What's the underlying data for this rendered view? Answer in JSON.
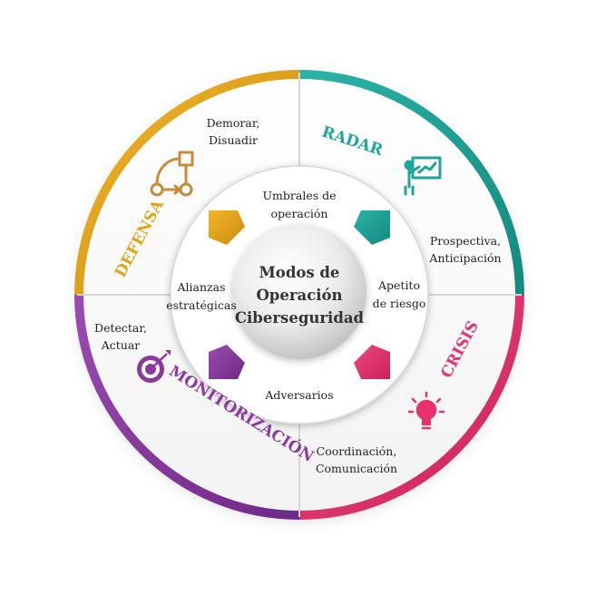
{
  "center": {
    "line1": "Modos de",
    "line2": "Operación",
    "line3": "Ciberseguridad"
  },
  "modes": {
    "radar": {
      "title": "RADAR",
      "line1": "Prospectiva,",
      "line2": "Anticipación",
      "icon": "presentation-board-icon",
      "color": "#1fa69a"
    },
    "crisis": {
      "title": "CRISIS",
      "line1": "Coordinación,",
      "line2": "Comunicación",
      "icon": "lightbulb-icon",
      "color": "#e8316e"
    },
    "monitorizacion": {
      "title": "MONITORIZACIÓN",
      "line1": "Detectar,",
      "line2": "Actuar",
      "icon": "target-icon",
      "color": "#8a3a9e"
    },
    "defensa": {
      "title": "DEFENSA",
      "line1": "Demorar,",
      "line2": "Disuadir",
      "icon": "workflow-icon",
      "color": "#e3a518"
    }
  },
  "inner": {
    "top": {
      "line1": "Umbrales de",
      "line2": "operación"
    },
    "right": {
      "line1": "Apetito",
      "line2": "de riesgo"
    },
    "bottom": {
      "line1": "Adversarios"
    },
    "left": {
      "line1": "Alianzas",
      "line2": "estratégicas"
    }
  }
}
